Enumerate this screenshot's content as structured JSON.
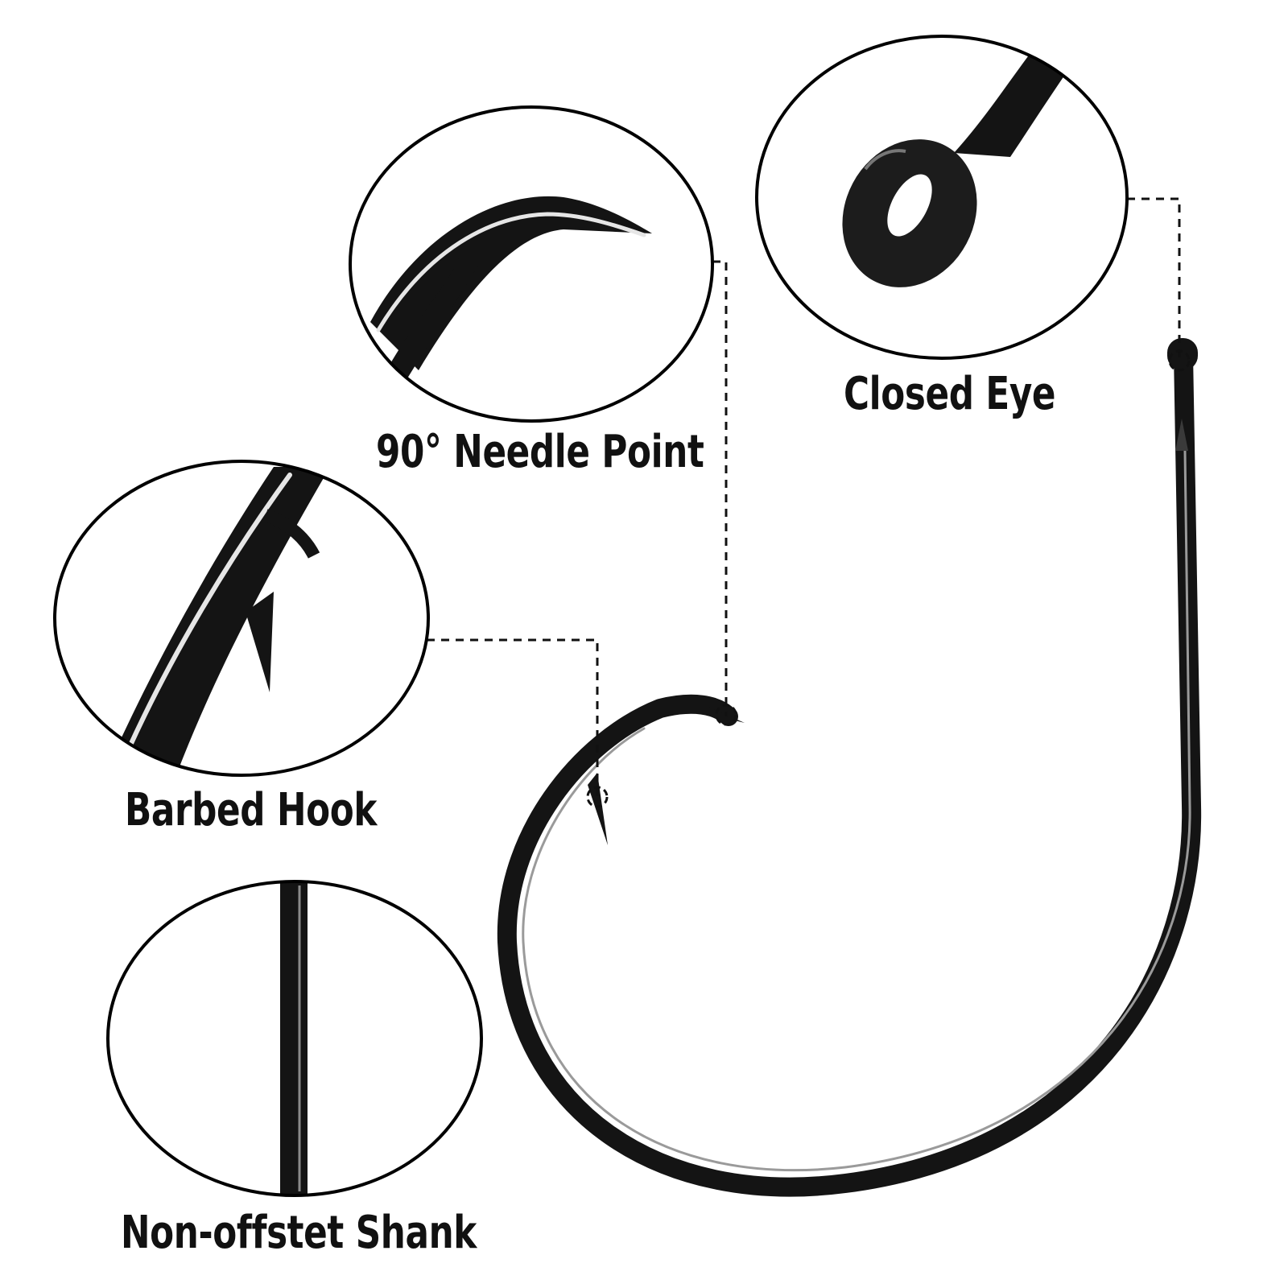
{
  "labels": {
    "needle_point": "90° Needle Point",
    "closed_eye": "Closed Eye",
    "barbed_hook": "Barbed Hook",
    "shank": "Non-offstet Shank"
  },
  "colors": {
    "hook": "#141414",
    "highlight": "#e6e6e6",
    "outline": "#000000",
    "background": "#ffffff"
  }
}
